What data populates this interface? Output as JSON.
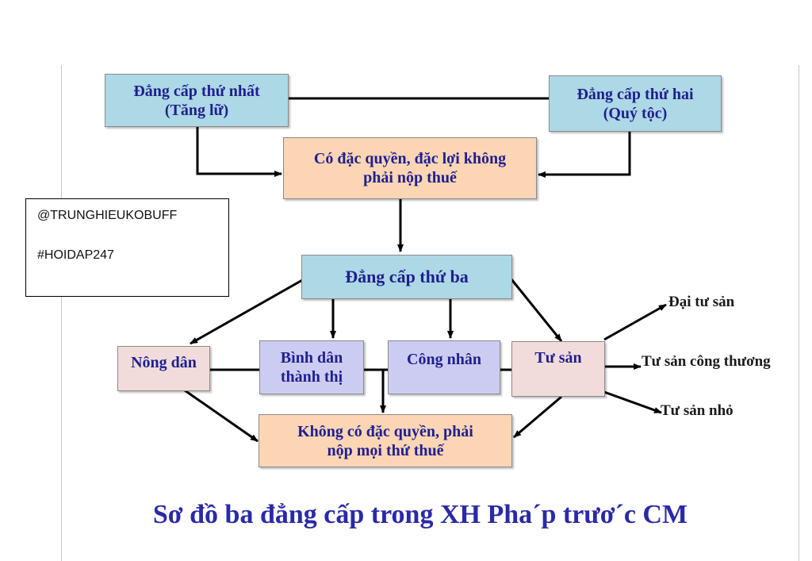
{
  "boxes": {
    "estate1": {
      "line1": "Đẳng cấp thứ nhất",
      "line2": "(Tăng lữ)"
    },
    "estate2": {
      "line1": "Đẳng cấp thứ hai",
      "line2": "(Quý tộc)"
    },
    "privileged": {
      "line1": "Có đặc quyền, đặc lợi không",
      "line2": "phải nộp thuế"
    },
    "estate3": {
      "label": "Đẳng cấp thứ ba"
    },
    "farmers": {
      "label": "Nông dân"
    },
    "urban_poor": {
      "line1": "Bình dân",
      "line2": "thành thị"
    },
    "workers": {
      "label": "Công nhân"
    },
    "bourgeoisie": {
      "label": "Tư sản"
    },
    "unprivileged": {
      "line1": "Không có đặc quyền, phải",
      "line2": "nộp mọi thứ thuế"
    }
  },
  "bourgeoisie_types": [
    "Đại tư sản",
    "Tư sản công thương",
    "Tư sản nhỏ"
  ],
  "watermark": {
    "line1": "@TRUNGHIEUKOBUFF",
    "line2": "#HOIDAP247"
  },
  "caption": "Sơ đồ ba đẳng cấp trong XH Pha´p trươ´c CM",
  "colors": {
    "blue": "#add8e6",
    "peach": "#fcd5b4",
    "pink": "#f2dcdb",
    "lavender": "#ccccf2",
    "text_blue": "#1f1f8f"
  }
}
